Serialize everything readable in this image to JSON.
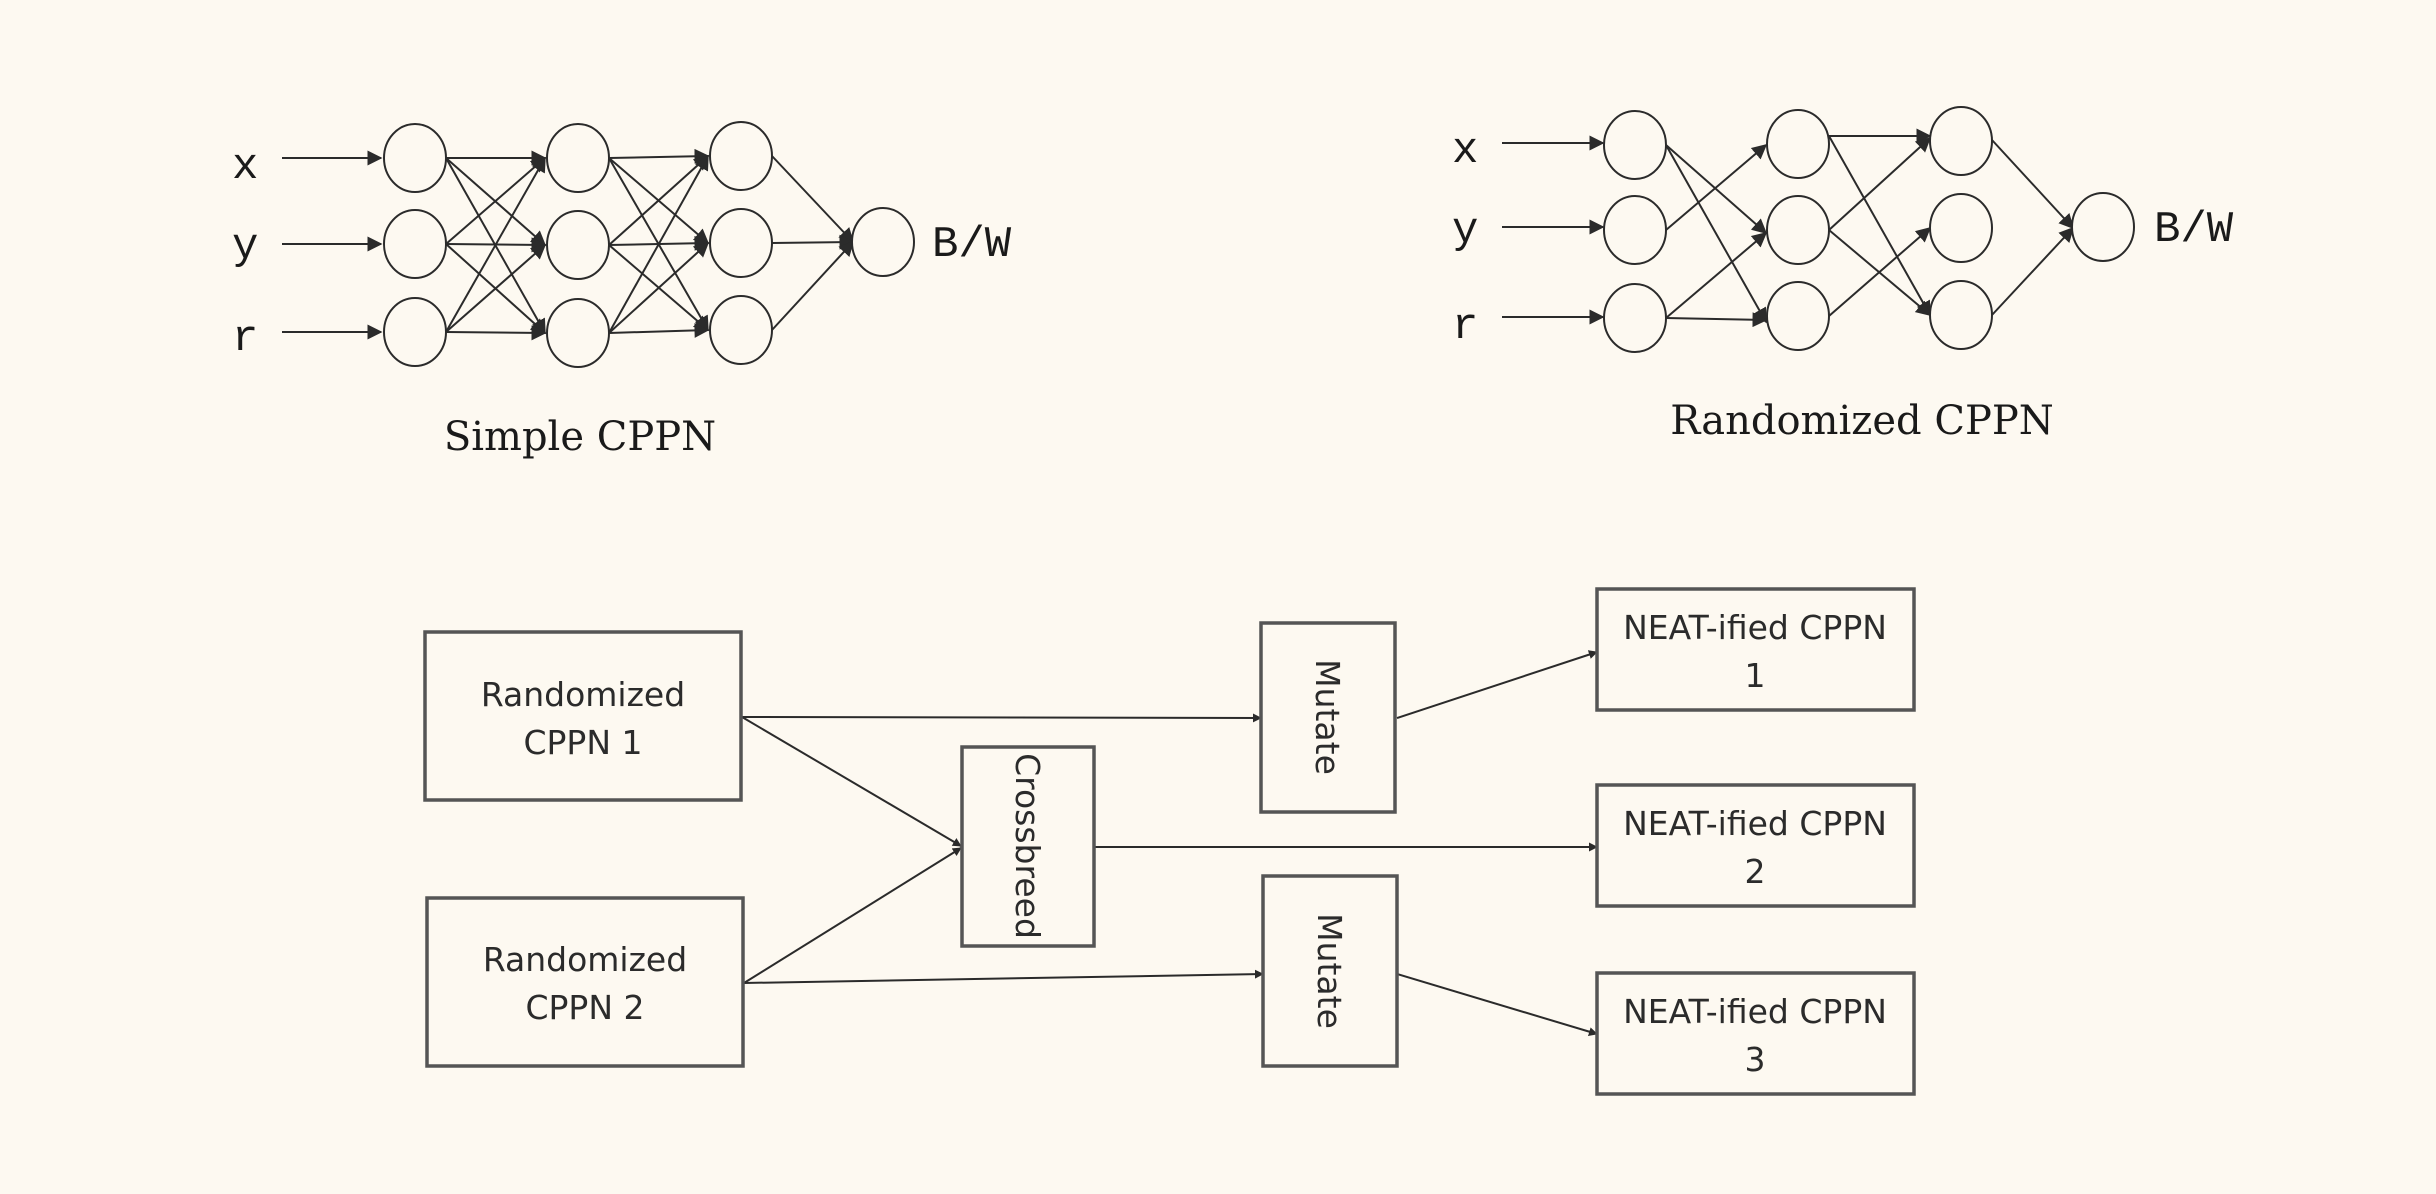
{
  "networks": {
    "simple": {
      "title": "Simple CPPN",
      "inputs": [
        "x",
        "y",
        "r"
      ],
      "output": "B/W"
    },
    "randomized": {
      "title": "Randomized CPPN",
      "inputs": [
        "x",
        "y",
        "r"
      ],
      "output": "B/W"
    }
  },
  "pipeline": {
    "parent1": [
      "Randomized",
      "CPPN 1"
    ],
    "parent2": [
      "Randomized",
      "CPPN 2"
    ],
    "crossbreed": "Crossbreed",
    "mutate1": "Mutate",
    "mutate2": "Mutate",
    "result1": [
      "NEAT-ified CPPN",
      "1"
    ],
    "result2": [
      "NEAT-ified CPPN",
      "2"
    ],
    "result3": [
      "NEAT-ified CPPN",
      "3"
    ]
  }
}
